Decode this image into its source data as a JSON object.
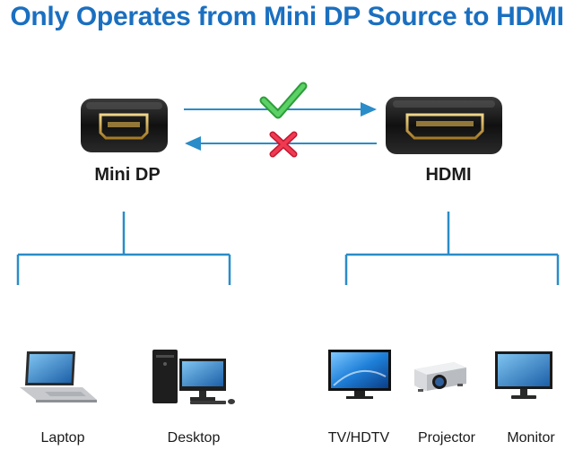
{
  "title": "Only Operates from Mini DP Source to HDMI",
  "ports": {
    "source_label": "Mini DP",
    "target_label": "HDMI"
  },
  "arrows": {
    "forward_status": "check-icon",
    "reverse_status": "cross-icon"
  },
  "devices": {
    "laptop": "Laptop",
    "desktop": "Desktop",
    "tv": "TV/HDTV",
    "projector": "Projector",
    "monitor": "Monitor"
  },
  "colors": {
    "title": "#1a6fc0",
    "lines": "#2a8cc8",
    "check": "#3cb34a",
    "cross": "#e0203a",
    "port_gold": "#c9a24a"
  }
}
